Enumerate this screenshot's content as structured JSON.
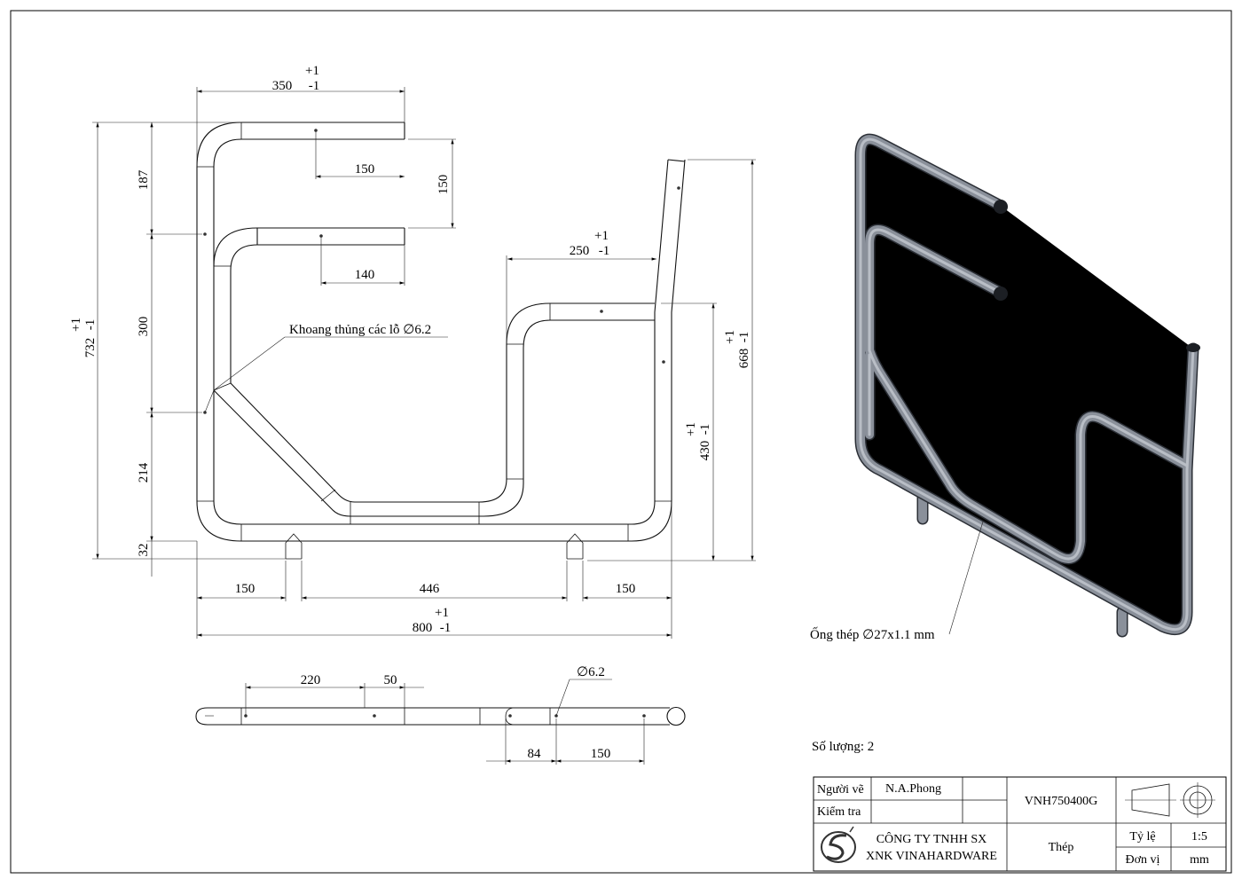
{
  "drawing": {
    "dimensions": {
      "top_width": {
        "value": "350",
        "tol_plus": "+1",
        "tol_minus": "-1"
      },
      "upper_arm_len": "150",
      "arm_spacing": "150",
      "lower_arm_len": "140",
      "left_187": "187",
      "left_300": "300",
      "left_214": "214",
      "left_32": "32",
      "total_height": {
        "value": "732",
        "tol_plus": "+1",
        "tol_minus": "-1"
      },
      "right_width": {
        "value": "250",
        "tol_plus": "+1",
        "tol_minus": "-1"
      },
      "right_height": {
        "value": "430",
        "tol_plus": "+1",
        "tol_minus": "-1"
      },
      "post_height": {
        "value": "668",
        "tol_plus": "+1",
        "tol_minus": "-1"
      },
      "bottom_150_left": "150",
      "bottom_446": "446",
      "bottom_150_right": "150",
      "total_width": {
        "value": "800",
        "tol_plus": "+1",
        "tol_minus": "-1"
      },
      "side_220": "220",
      "side_50": "50",
      "side_84": "84",
      "side_150": "150",
      "hole_dia": "∅6.2"
    },
    "notes": {
      "drill_note": "Khoang thủng các lỗ ∅6.2",
      "tube_note": "Ống thép ∅27x1.1 mm",
      "quantity": "Số lượng: 2"
    }
  },
  "title_block": {
    "drawn_by_label": "Người vẽ",
    "drawn_by": "N.A.Phong",
    "checked_label": "Kiểm tra",
    "part_code": "VNH750400G",
    "company_line1": "CÔNG TY TNHH SX",
    "company_line2": "XNK VINAHARDWARE",
    "material": "Thép",
    "scale_label": "Tỷ lệ",
    "scale": "1:5",
    "unit_label": "Đơn vị",
    "unit": "mm"
  }
}
